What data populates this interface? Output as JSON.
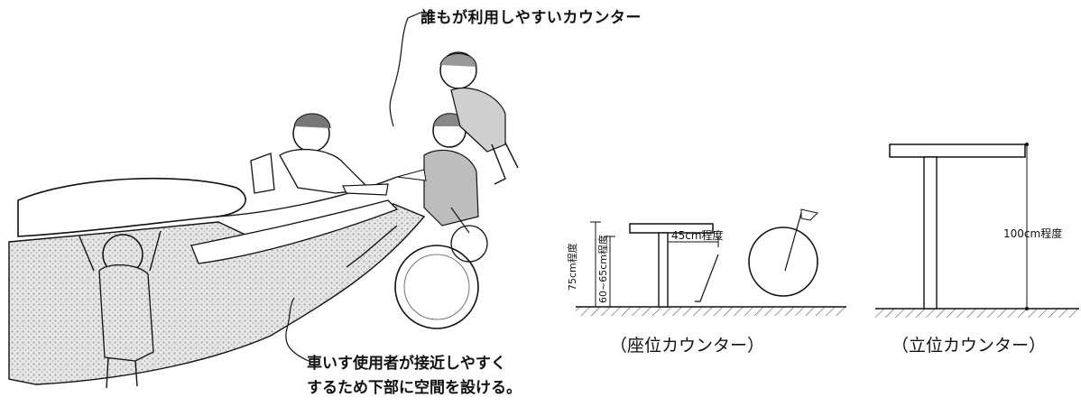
{
  "callouts": {
    "counter_for_everyone": "誰もが利用しやすいカウンター",
    "space_line1": "車いす使用者が接近しやすく",
    "space_line2": "するため下部に空間を設ける。"
  },
  "seated_counter": {
    "caption": "（座位カウンター）",
    "height_label": "75cm程度",
    "knee_clearance_label": "60~65cm程度",
    "depth_label": "45cm程度"
  },
  "standing_counter": {
    "caption": "（立位カウンター）",
    "height_label": "100cm程度"
  },
  "colors": {
    "ink": "#111111",
    "hatch": "#555555",
    "shade": "#cfcfcf"
  }
}
